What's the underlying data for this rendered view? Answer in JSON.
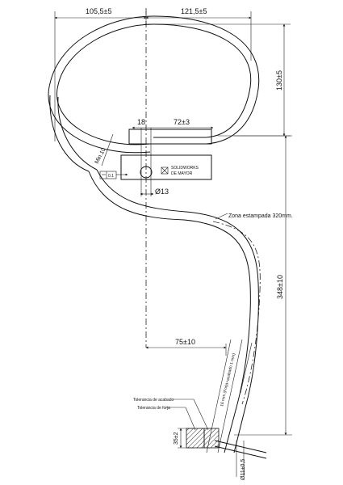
{
  "dimensions": {
    "top_left_width": "105,5±5",
    "top_right_width": "121,5±5",
    "loop_height": "130±5",
    "flat_offset": "18",
    "flat_length": "72±3",
    "min_radius": "Min.10",
    "hole_diameter": "Ø13",
    "flatness_tolerance": "0.1",
    "total_height": "348±10",
    "base_offset": "75±10",
    "tip_height": "35±2",
    "tip_thickness": "Ø11±0,5"
  },
  "annotations": {
    "stamped_zone": "Zona estampada 320mm.",
    "finish_tolerance": "Tolerancia de acabado",
    "forging_tolerance": "Tolerancia de forja",
    "rotated_note": "16 mm (Forja+acabado 1 mm)"
  },
  "plate_text": {
    "line1": "SOLIDWORKS",
    "line2": "DE MAYOR"
  },
  "colors": {
    "line": "#111111",
    "hatch": "#333333",
    "background": "#ffffff"
  }
}
